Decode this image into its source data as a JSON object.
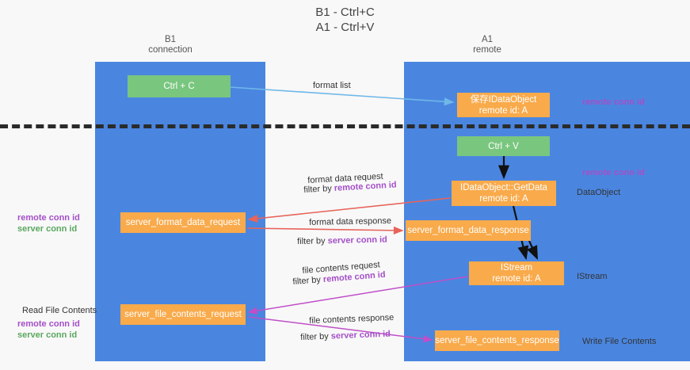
{
  "title": "B1 - Ctrl+C\nA1 - Ctrl+V",
  "columns": {
    "left": {
      "header": "B1\nconnection"
    },
    "right": {
      "header": "A1\nremote"
    }
  },
  "nodes": {
    "ctrl_c": {
      "label": "Ctrl + C",
      "color": "#79c67f"
    },
    "idataobject_remote": {
      "label": "保存IDataObject\nremote id: A",
      "color": "#f9aa4b"
    },
    "ctrl_v": {
      "label": "Ctrl + V",
      "color": "#79c67f"
    },
    "idataobject_getdata": {
      "label": "IDataObject::GetData\nremote id: A",
      "color": "#f9aa4b"
    },
    "server_format_data_request": {
      "label": "server_format_data_request",
      "color": "#f9aa4b"
    },
    "server_format_data_response": {
      "label": "server_format_data_response",
      "color": "#f9aa4b"
    },
    "istream": {
      "label": "IStream\nremote id: A",
      "color": "#f9aa4b"
    },
    "server_file_contents_request": {
      "label": "server_file_contents_request",
      "color": "#f9aa4b"
    },
    "server_file_contents_response": {
      "label": "server_file_contents_response",
      "color": "#f9aa4b"
    }
  },
  "edge_labels": {
    "format_list": "format list",
    "format_data_request": "format data request",
    "format_data_request_filter_prefix": "filter by ",
    "format_data_request_filter_key": "remote conn id",
    "format_data_response": "format data response",
    "format_data_response_filter_prefix": "filter by ",
    "format_data_response_filter_key": "server conn id",
    "file_contents_request": "file contents request",
    "file_contents_request_filter_prefix": "filter by ",
    "file_contents_request_filter_key": "remote conn id",
    "file_contents_response": "file contents response",
    "file_contents_response_filter_prefix": "filter by ",
    "file_contents_response_filter_key": "server conn id"
  },
  "annotations": {
    "remote_conn_id_top": "remote conn id",
    "remote_conn_id_mid": "remote conn id",
    "data_object": "DataObject",
    "istream": "IStream",
    "write_file_contents": "Write File Contents",
    "read_file_contents": "Read File Contents",
    "left_remote_conn_id_1": "remote conn id",
    "left_server_conn_id_1": "server conn id",
    "left_remote_conn_id_2": "remote conn id",
    "left_server_conn_id_2": "server conn id"
  },
  "colors": {
    "lane": "#4a86e0",
    "node_green": "#79c67f",
    "node_orange": "#f9aa4b",
    "accent_purple": "#a44fc8",
    "accent_green": "#5aa85f",
    "arrow_blue": "#6fb7e8",
    "arrow_red": "#e8635a",
    "arrow_black": "#111111",
    "arrow_magenta": "#c04fc8",
    "divider": "#2b2b2b",
    "background": "#f8f8f8"
  }
}
